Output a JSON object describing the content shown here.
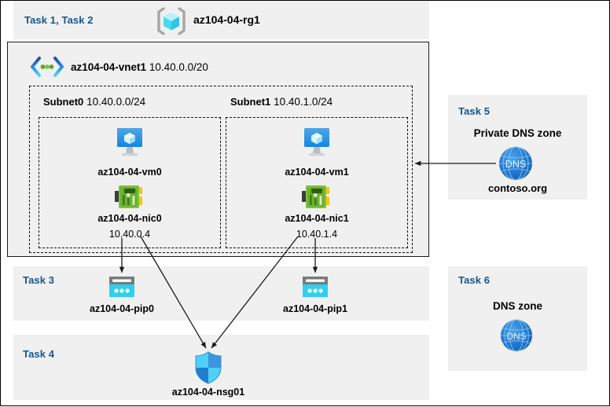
{
  "header": {
    "task_label": "Task 1, Task 2",
    "resource_group_icon": "resource-group-icon",
    "resource_group_name": "az104-04-rg1"
  },
  "vnet": {
    "icon": "virtual-network-icon",
    "name": "az104-04-vnet1",
    "address_space": "10.40.0.0/20",
    "subnets": [
      {
        "name": "Subnet0",
        "cidr": "10.40.0.0/24",
        "vm": {
          "icon": "virtual-machine-icon",
          "name": "az104-04-vm0"
        },
        "nic": {
          "icon": "network-interface-icon",
          "name": "az104-04-nic0",
          "ip": "10.40.0.4"
        }
      },
      {
        "name": "Subnet1",
        "cidr": "10.40.1.0/24",
        "vm": {
          "icon": "virtual-machine-icon",
          "name": "az104-04-vm1"
        },
        "nic": {
          "icon": "network-interface-icon",
          "name": "az104-04-nic1",
          "ip": "10.40.1.4"
        }
      }
    ]
  },
  "task3": {
    "task_label": "Task 3",
    "public_ips": [
      {
        "icon": "public-ip-address-icon",
        "name": "az104-04-pip0"
      },
      {
        "icon": "public-ip-address-icon",
        "name": "az104-04-pip1"
      }
    ]
  },
  "task4": {
    "task_label": "Task 4",
    "nsg": {
      "icon": "network-security-group-icon",
      "name": "az104-04-nsg01"
    }
  },
  "task5": {
    "task_label": "Task 5",
    "title": "Private DNS zone",
    "icon": "dns-zone-icon",
    "icon_text": "DNS",
    "zone_name": "contoso.org"
  },
  "task6": {
    "task_label": "Task 6",
    "title": "DNS zone",
    "icon": "dns-zone-icon",
    "icon_text": "DNS"
  },
  "colors": {
    "task_text": "#17568b",
    "panel_bg": "#f0f0f0",
    "page_bg": "#ffffff",
    "vnet_border": "#1a1a1a",
    "connector": "#1a1a1a"
  }
}
